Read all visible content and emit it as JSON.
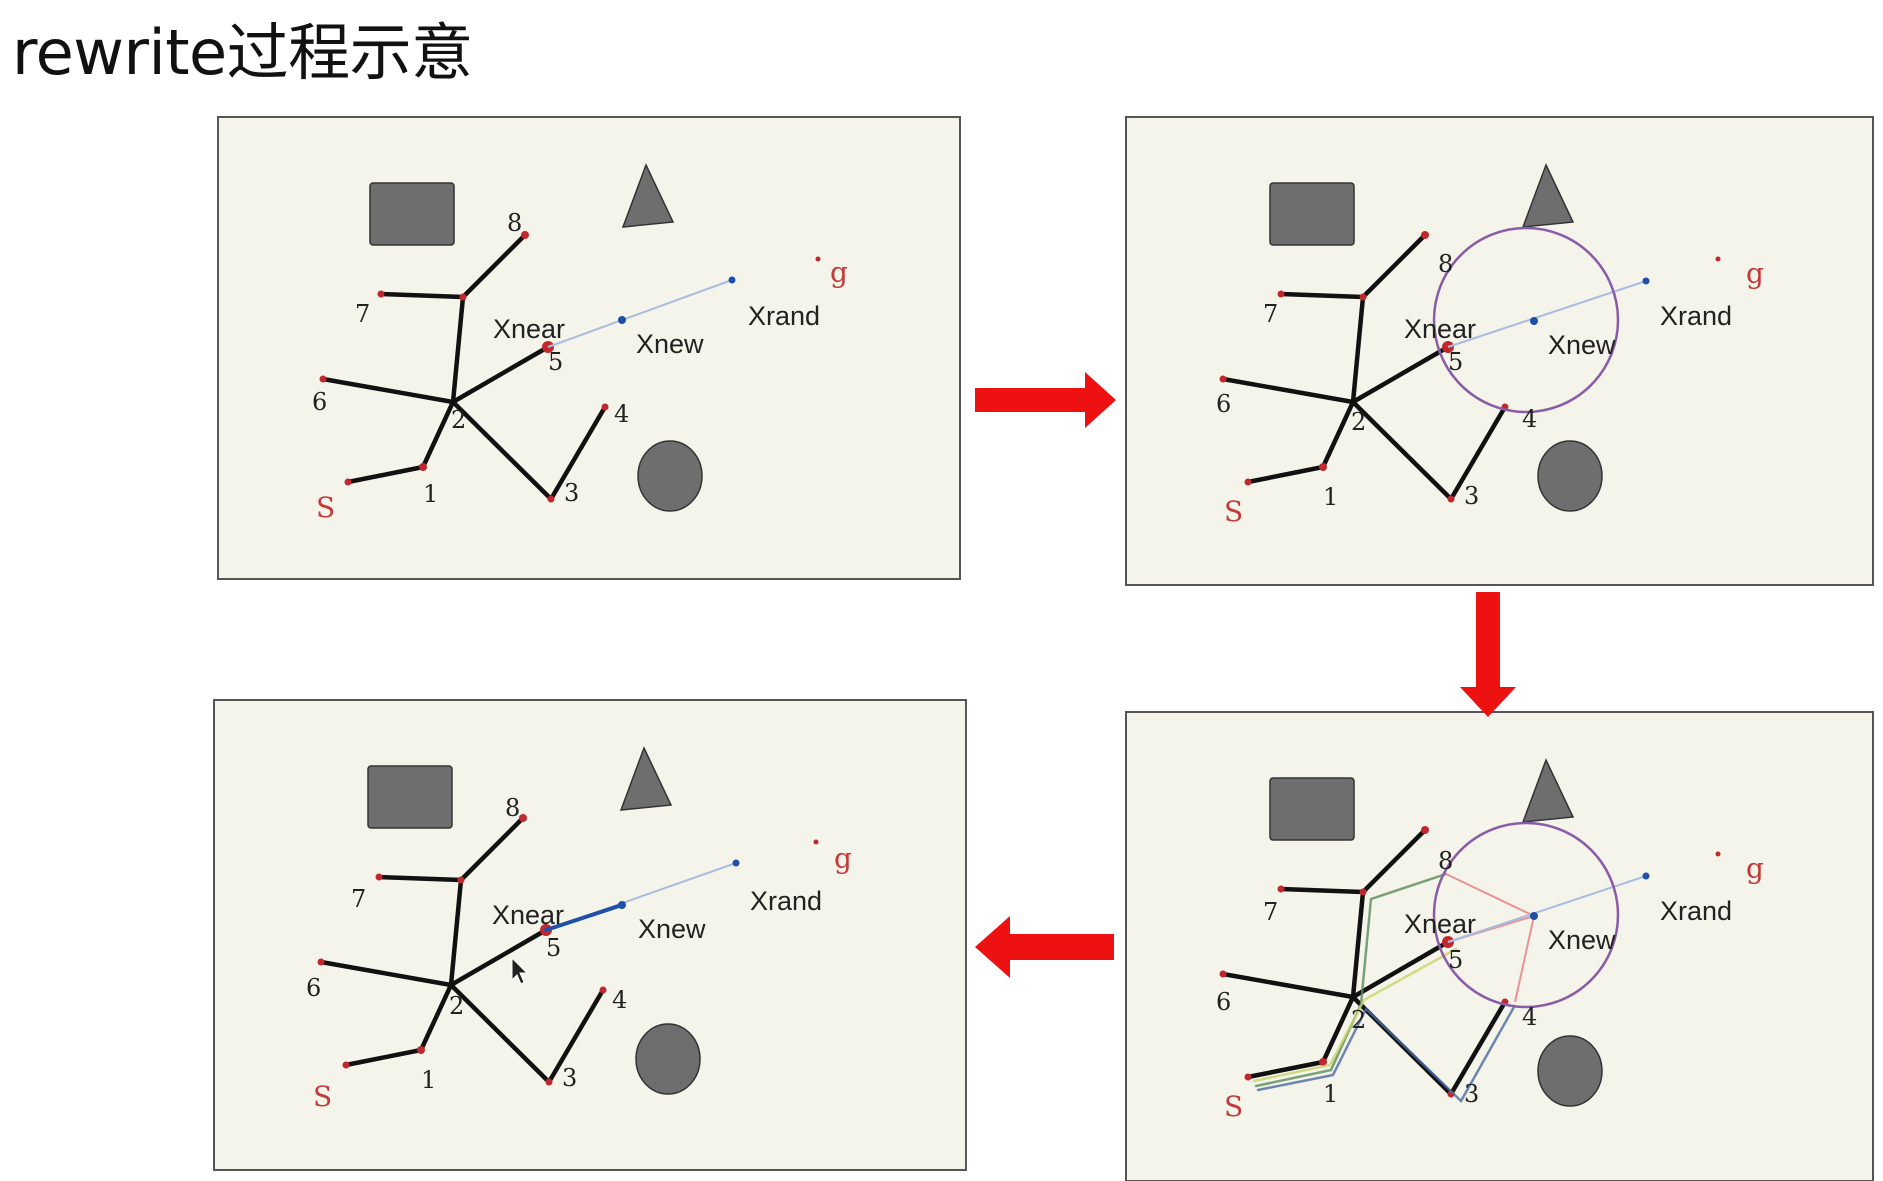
{
  "title": "rewrite过程示意",
  "colors": {
    "panel_bg": "#f4f4ea",
    "panel_border": "#555555",
    "obstacle": "#6e6e6e",
    "edge": "#111111",
    "node": "#c0282d",
    "new_node": "#1f4fa8",
    "guide": "#a9bde0",
    "circle": "#8a5ca8",
    "arrow": "#ee1111",
    "candidate": "#e89494"
  },
  "labels": {
    "x_near": "Xnear",
    "x_new": "Xnew",
    "x_rand": "Xrand",
    "start": "S",
    "goal": "g"
  },
  "node_numbers": [
    "1",
    "2",
    "3",
    "4",
    "5",
    "6",
    "7",
    "8"
  ],
  "panels": [
    {
      "id": "panel-1",
      "step": "initial",
      "show_circle": false,
      "show_candidates": false,
      "new_edge": false
    },
    {
      "id": "panel-2",
      "step": "near-circle",
      "show_circle": true,
      "show_candidates": false,
      "new_edge": false
    },
    {
      "id": "panel-3",
      "step": "candidate-paths",
      "show_circle": true,
      "show_candidates": true,
      "new_edge": false
    },
    {
      "id": "panel-4",
      "step": "rewired",
      "show_circle": false,
      "show_candidates": false,
      "new_edge": true
    }
  ]
}
